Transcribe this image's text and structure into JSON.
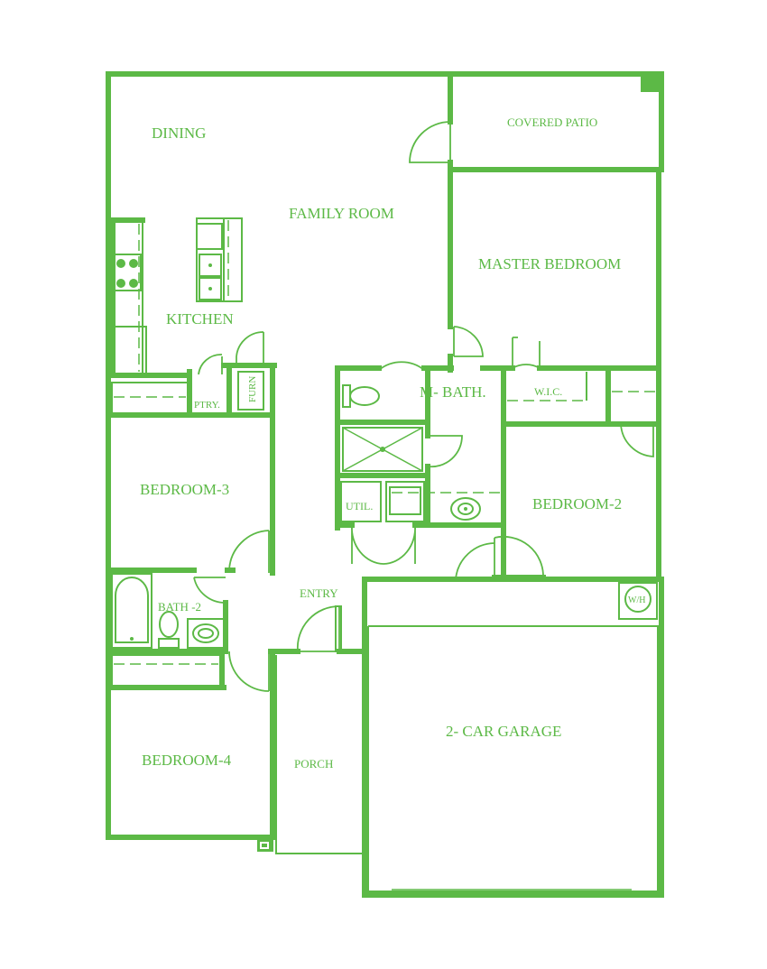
{
  "colors": {
    "line": "#5cb946",
    "background": "#ffffff"
  },
  "rooms": {
    "dining": "DINING",
    "family_room": "FAMILY ROOM",
    "covered_patio": "COVERED PATIO",
    "master_bedroom": "MASTER BEDROOM",
    "kitchen": "KITCHEN",
    "pantry": "PTRY.",
    "furnace": "FURN",
    "master_bath": "M- BATH.",
    "walk_in_closet": "W.I.C.",
    "bedroom_3": "BEDROOM-3",
    "utility": "UTIL.",
    "bedroom_2": "BEDROOM-2",
    "bath_2": "BATH -2",
    "entry": "ENTRY",
    "water_heater": "W/H",
    "garage": "2- CAR GARAGE",
    "bedroom_4": "BEDROOM-4",
    "porch": "PORCH"
  }
}
